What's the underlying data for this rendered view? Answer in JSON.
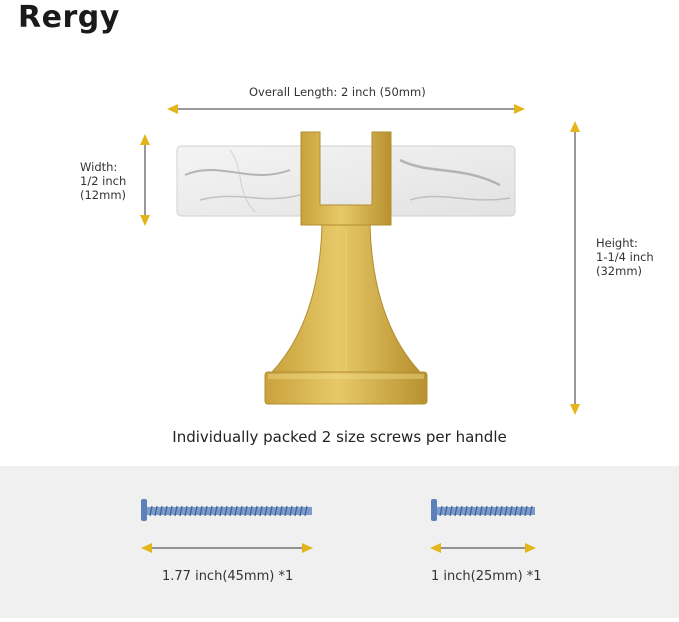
{
  "brand": {
    "name": "Rergy",
    "accent_color": "#e4b51b"
  },
  "dimensions": {
    "length_label": "Overall Length: 2 inch (50mm)",
    "width_label": [
      "Width:",
      "1/2 inch",
      "(12mm)"
    ],
    "height_label": [
      "Height:",
      "1-1/4 inch",
      "(32mm)"
    ]
  },
  "caption": "Individually packed 2 size screws per handle",
  "screws": [
    {
      "label": "1.77 inch(45mm) *1"
    },
    {
      "label": "1 inch(25mm) *1"
    }
  ],
  "colors": {
    "gold": "#d4b24a",
    "arrow": "#e4b51b",
    "screw": "#6a8fc4",
    "panel": "#f0f0f0"
  }
}
